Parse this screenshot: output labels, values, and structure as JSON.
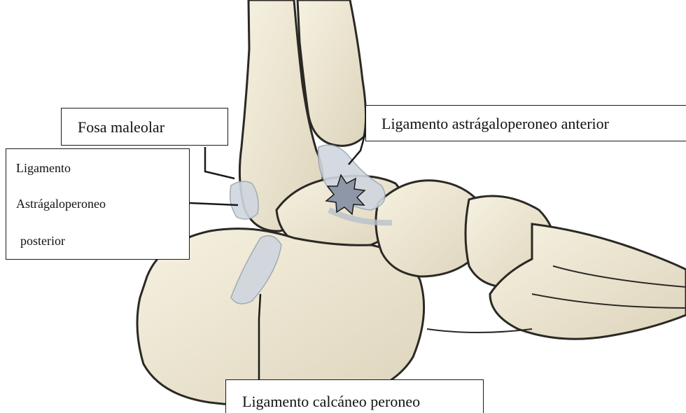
{
  "diagram": {
    "labels": {
      "fosa_maleolar": "Fosa maleolar",
      "astragaloperoneo_anterior": "Ligamento astrágaloperoneo anterior",
      "astragaloperoneo_posterior": [
        "Ligamento",
        "Astrágaloperoneo",
        "posterior"
      ],
      "calcaneo_peroneo": "Ligamento calcáneo peroneo"
    },
    "colors": {
      "bone": "#efe7d0",
      "bone_outline": "#2b2925",
      "ligament": "#cfd6de",
      "injury_marker": "#8e97a8",
      "leader_line": "#1a1a1a"
    },
    "icons": [
      "injury-burst-icon"
    ]
  }
}
